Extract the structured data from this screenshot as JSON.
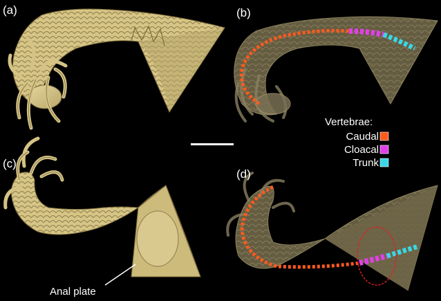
{
  "panels": {
    "a": "(a)",
    "b": "(b)",
    "c": "(c)",
    "d": "(d)"
  },
  "legend": {
    "title": "Vertebrae:",
    "items": [
      {
        "label": "Caudal",
        "color": "#ff5a1e"
      },
      {
        "label": "Cloacal",
        "color": "#e040e8"
      },
      {
        "label": "Trunk",
        "color": "#38d8e8"
      }
    ]
  },
  "callout": {
    "label": "Anal plate"
  },
  "colors": {
    "background": "#000000",
    "specimen": "#d8c78a",
    "specimen_shadow": "#8a7a48",
    "transparent_body": "#7d7458",
    "scale_bar": "#ffffff"
  }
}
